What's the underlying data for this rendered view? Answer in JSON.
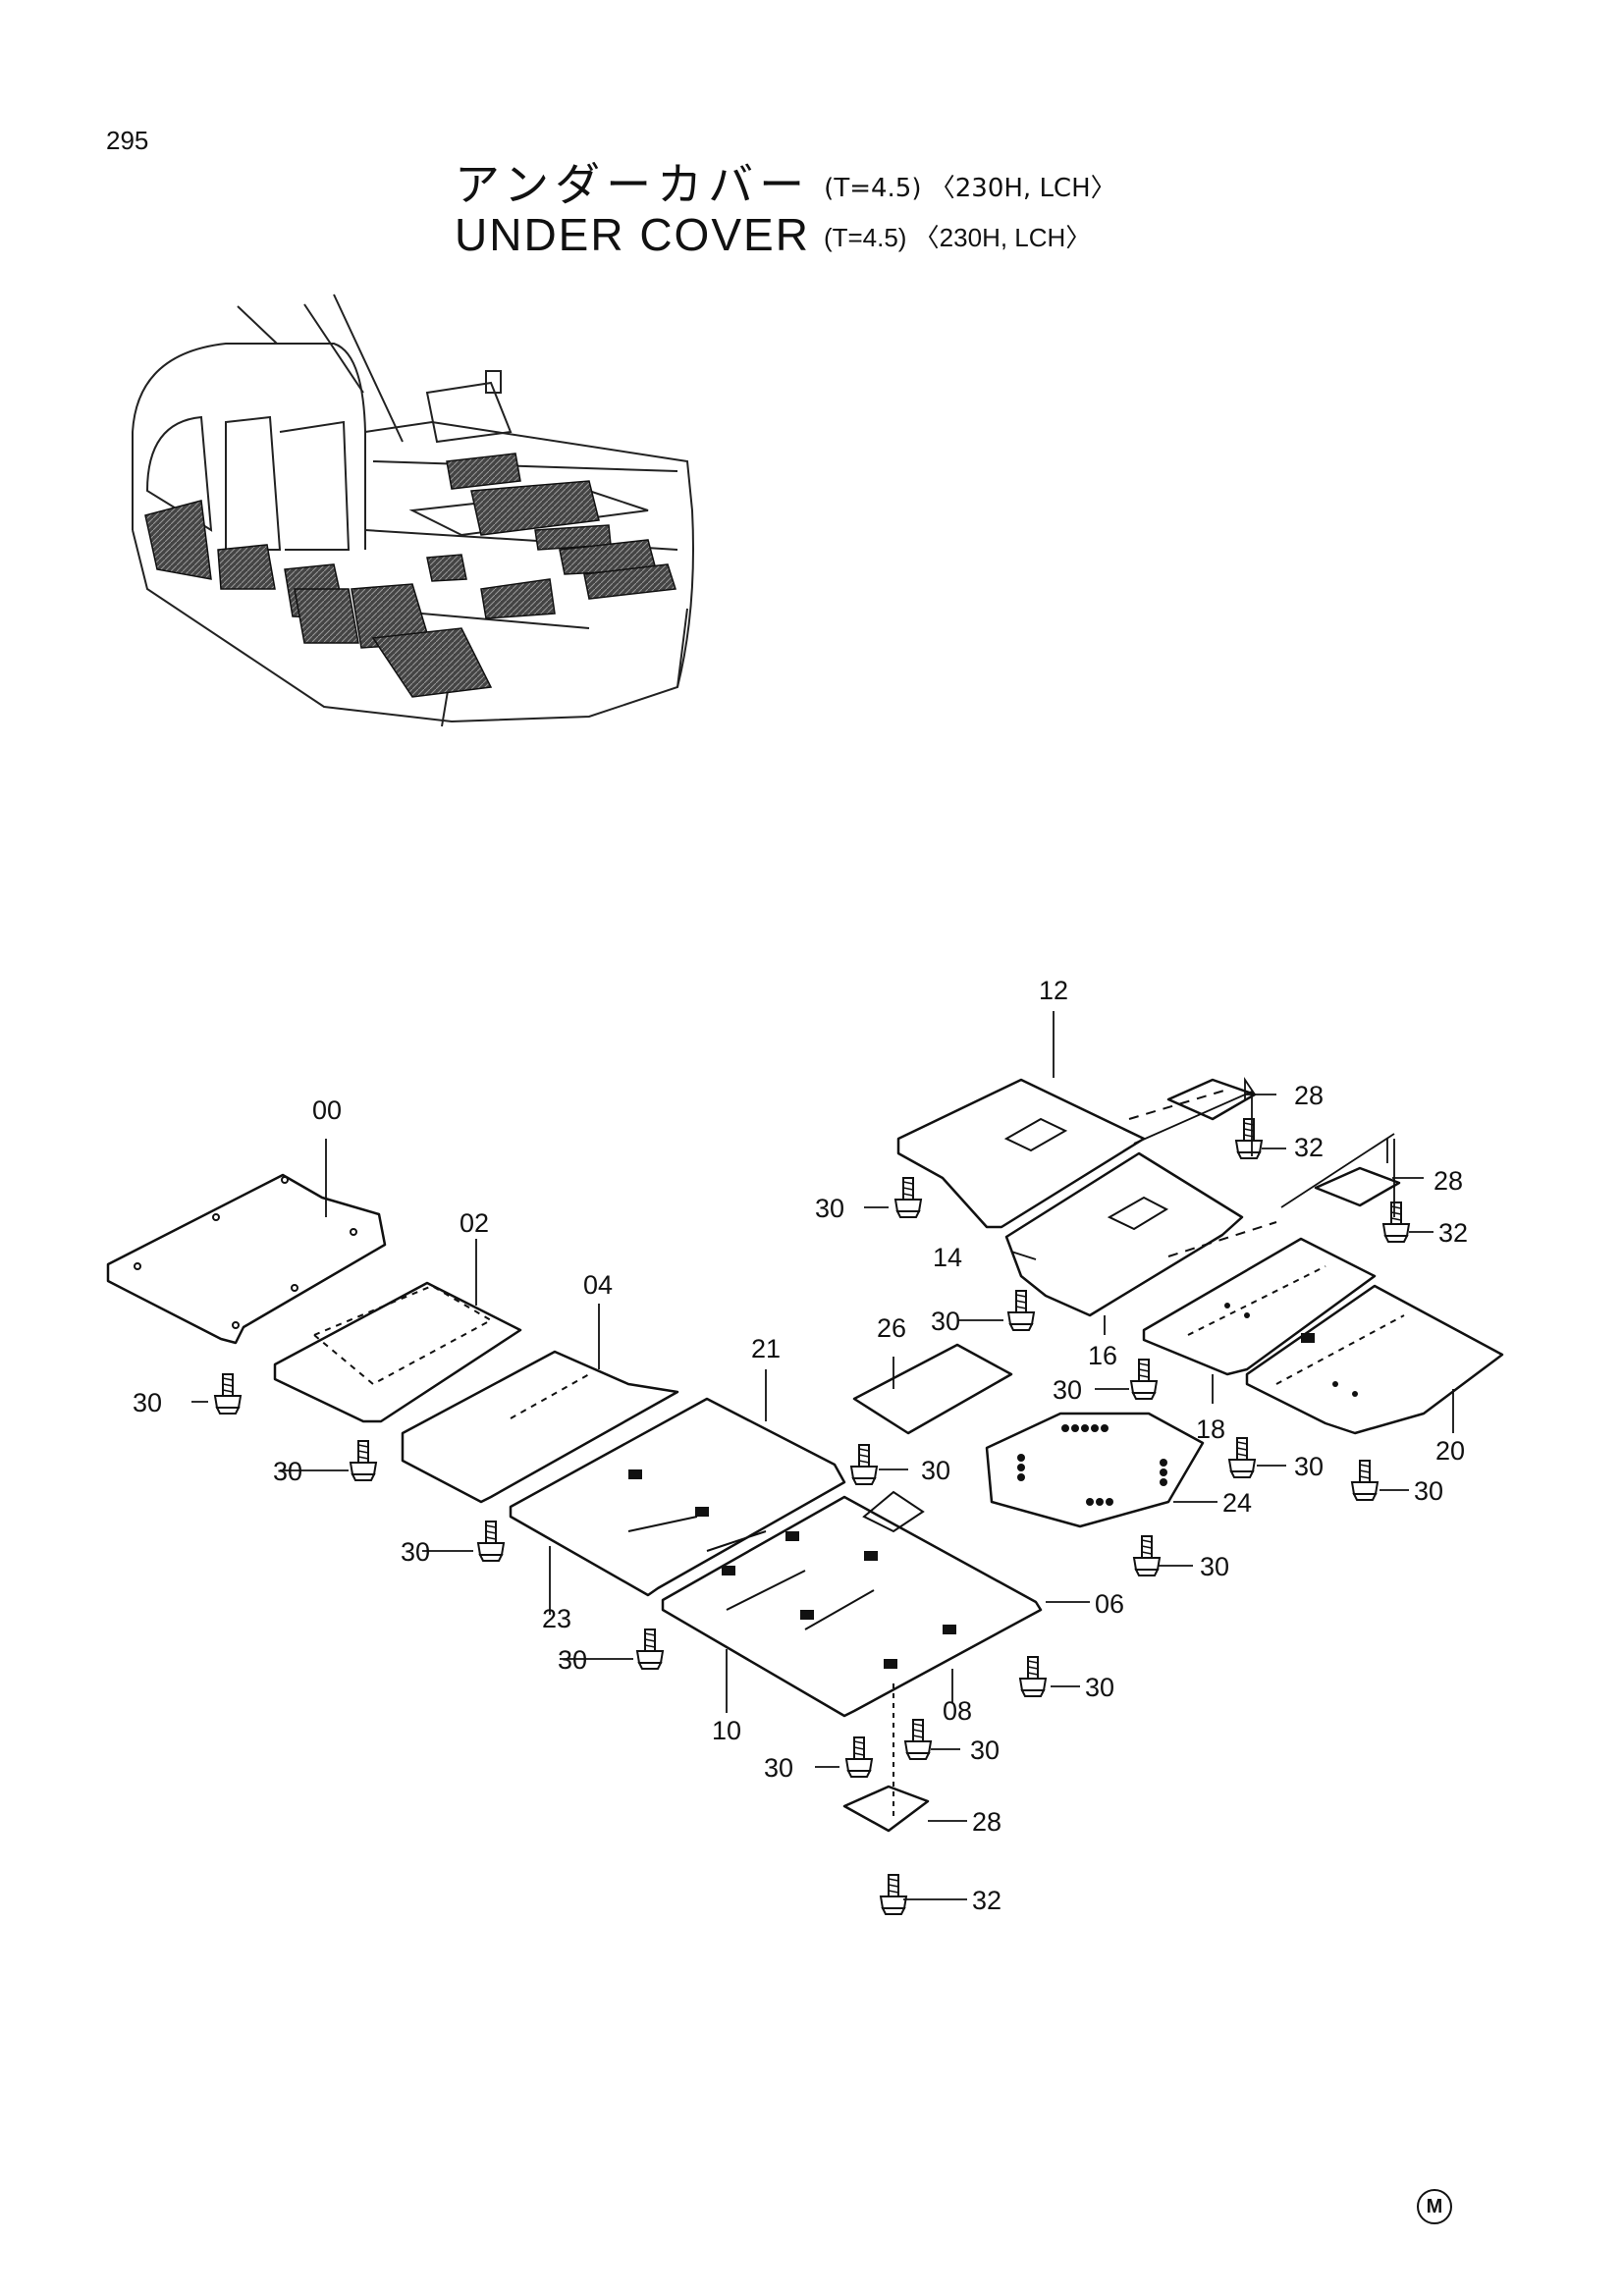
{
  "page": {
    "number": "295",
    "mark": "M"
  },
  "title": {
    "jp": "アンダーカバー",
    "en": "UNDER COVER",
    "spec": "(T=4.5) 〈230H, LCH〉"
  },
  "part_callouts": [
    "00",
    "02",
    "04",
    "06",
    "08",
    "10",
    "12",
    "14",
    "16",
    "18",
    "20",
    "21",
    "23",
    "24",
    "26",
    "28",
    "30",
    "32"
  ]
}
